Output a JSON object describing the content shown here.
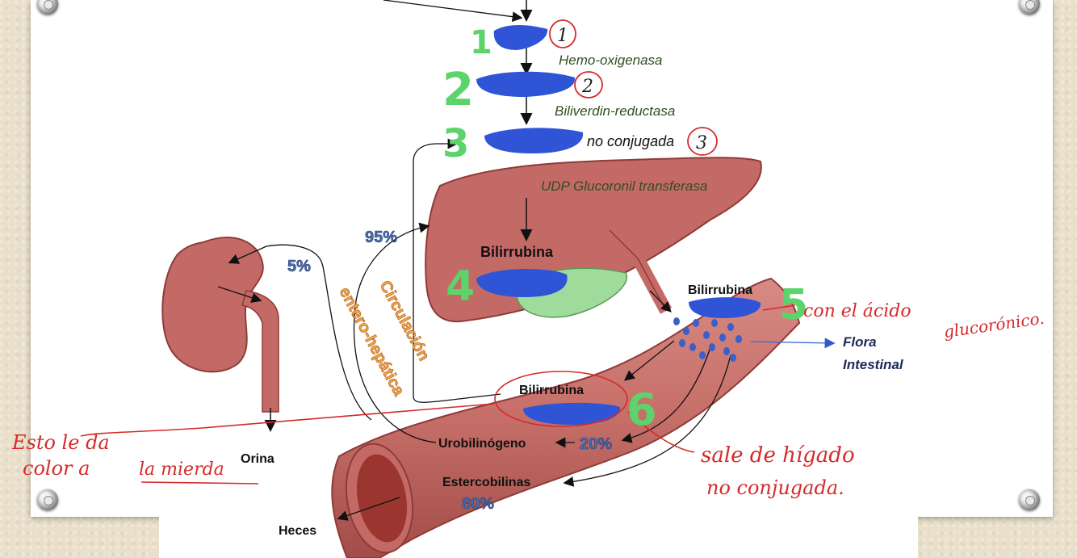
{
  "enzymes": {
    "hemo_oxigenasa": "Hemo-oxigenasa",
    "biliverdin_reductasa": "Biliverdin-reductasa",
    "udp": "UDP Glucoronil transferasa"
  },
  "labels": {
    "no_conjugada": "no conjugada",
    "bilirrubina_higado": "Bilirrubina",
    "bilirrubina_intestino": "Bilirrubina",
    "bilirrubina_reabs": "Bilirrubina",
    "urobilinogeno": "Urobilinógeno",
    "estercobilinas": "Estercobilinas",
    "heces": "Heces",
    "orina": "Orina",
    "flora_1": "Flora",
    "flora_2": "Intestinal",
    "circulacion_1": "Circulación",
    "circulacion_2": "entero-hepática"
  },
  "percentages": {
    "p95": "95%",
    "p5": "5%",
    "p20": "20%",
    "p80": "80%"
  },
  "green_numbers": [
    "1",
    "2",
    "3",
    "4",
    "5",
    "6"
  ],
  "circled_numbers": [
    "1",
    "2",
    "3"
  ],
  "handwritten": {
    "line_a": "Esto le da",
    "line_b1": "color a",
    "line_b2": "la mierda",
    "right_a": "con el ácido",
    "right_b": "glucorónico.",
    "bottom_a": "sale de hígado",
    "bottom_b": "no conjugada."
  },
  "colors": {
    "organ": "#c46a66",
    "organ_dark": "#8e3b38",
    "gall": "#9fdc9b",
    "scribble_blue": "#2f55d6",
    "green_num": "#5dd36b",
    "red_ink": "#d62a2a"
  }
}
